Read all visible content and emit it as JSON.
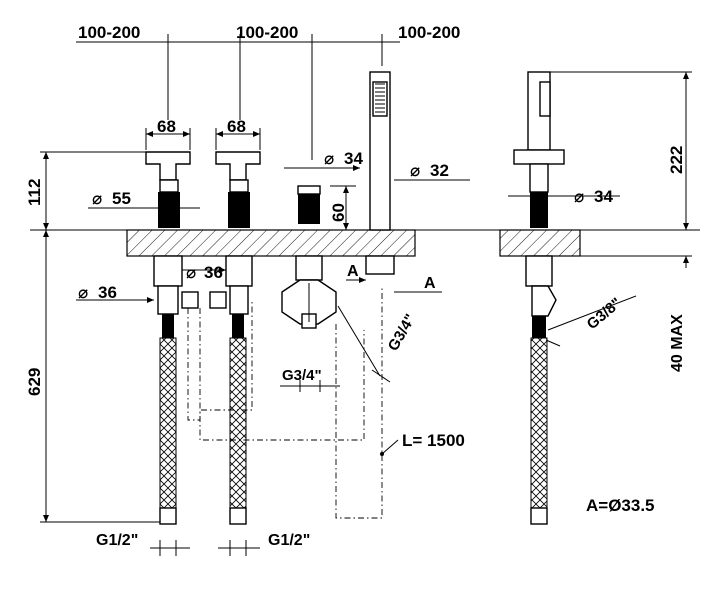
{
  "dimensions": {
    "spacing_1": "100-200",
    "spacing_2": "100-200",
    "spacing_3": "100-200",
    "handle_left": "68",
    "handle_right": "68",
    "dia_34_top": "34",
    "dia_32": "32",
    "dia_55": "55",
    "height_60": "60",
    "height_112": "112",
    "dia_36_left": "36",
    "dia_36_mid": "36",
    "marker_a_1": "A",
    "marker_a_2": "A",
    "height_629": "629",
    "thread_g34_diag": "G3/4\"",
    "thread_g34": "G3/4\"",
    "hose_length": "L= 1500",
    "thread_g12_left": "G1/2\"",
    "thread_g12_right": "G1/2\"",
    "height_222": "222",
    "dia_34_side": "34",
    "thread_g38": "G3/8\"",
    "max_40": "40 MAX",
    "note_a": "A=Ø33.5"
  },
  "diameter_symbol": "⌀"
}
